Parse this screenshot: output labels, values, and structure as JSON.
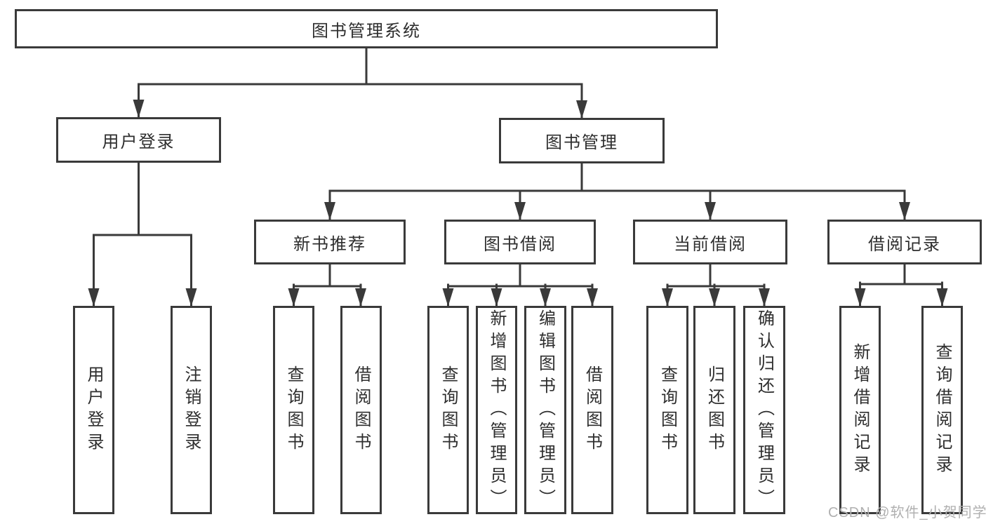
{
  "tree": {
    "label": "图书管理系统",
    "children": [
      {
        "label": "用户登录",
        "children": [
          {
            "label": "用户登录"
          },
          {
            "label": "注销登录"
          }
        ]
      },
      {
        "label": "图书管理",
        "children": [
          {
            "label": "新书推荐",
            "children": [
              {
                "label": "查询图书"
              },
              {
                "label": "借阅图书"
              }
            ]
          },
          {
            "label": "图书借阅",
            "children": [
              {
                "label": "查询图书"
              },
              {
                "label": "新增图书（管理员）"
              },
              {
                "label": "编辑图书（管理员）"
              },
              {
                "label": "借阅图书"
              }
            ]
          },
          {
            "label": "当前借阅",
            "children": [
              {
                "label": "查询图书"
              },
              {
                "label": "归还图书"
              },
              {
                "label": "确认归还（管理员）"
              }
            ]
          },
          {
            "label": "借阅记录",
            "children": [
              {
                "label": "新增借阅记录"
              },
              {
                "label": "查询借阅记录"
              }
            ]
          }
        ]
      }
    ]
  },
  "watermark": "CSDN @软件_小贺同学",
  "colors": {
    "line": "#3a3a3a",
    "text": "#2e2e2e",
    "watermark": "#b0b0b0",
    "background": "#ffffff"
  }
}
